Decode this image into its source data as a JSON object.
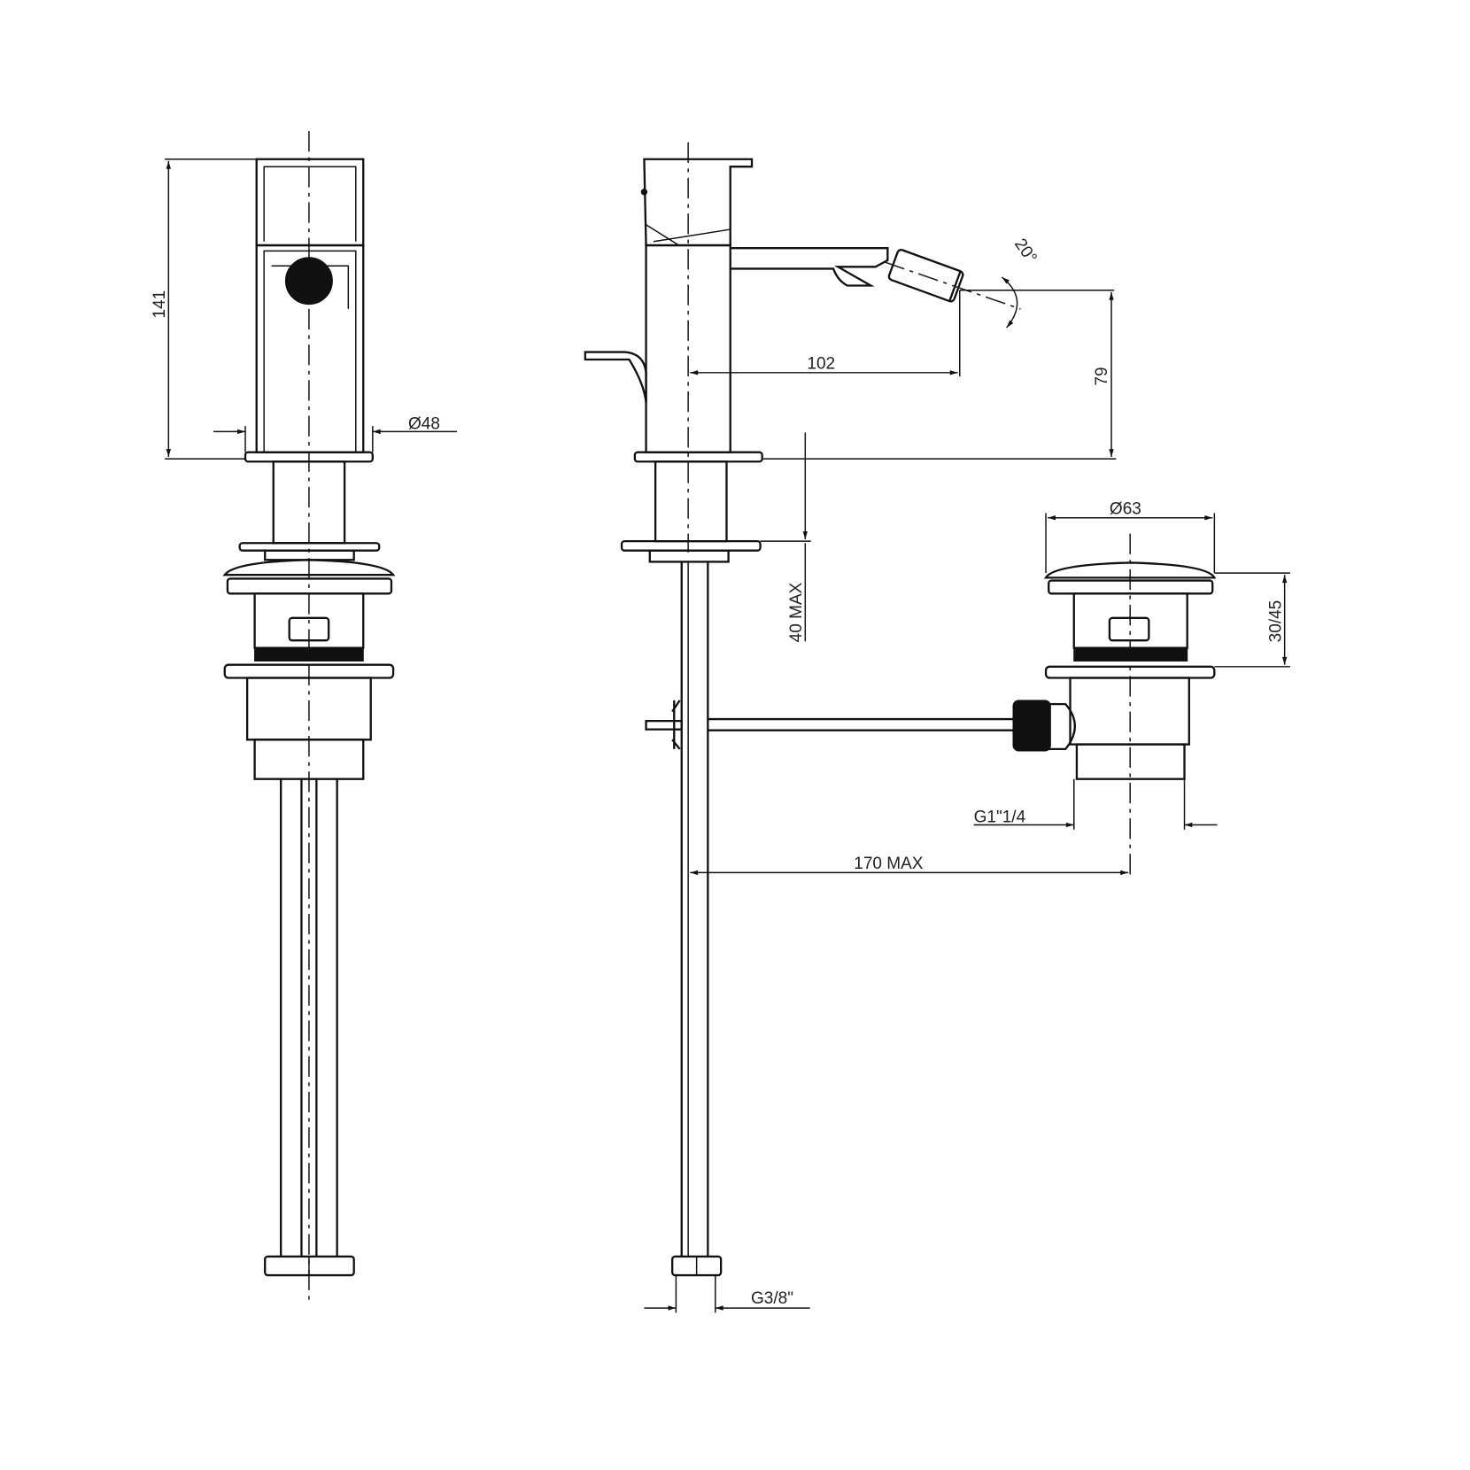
{
  "drawing": {
    "title": "Bidet mixer with pop-up waste – technical drawing",
    "dimensions": {
      "height_141": "141",
      "dia_48": "Ø48",
      "reach_102": "102",
      "angle_20": "20°",
      "height_79": "79",
      "deck_40max": "40 MAX",
      "dia_63": "Ø63",
      "waste_30_45": "30/45",
      "thread_g114": "G1\"1/4",
      "rod_170max": "170 MAX",
      "thread_g38": "G3/8\""
    },
    "line_color": "#111111",
    "text_color": "#222222"
  }
}
